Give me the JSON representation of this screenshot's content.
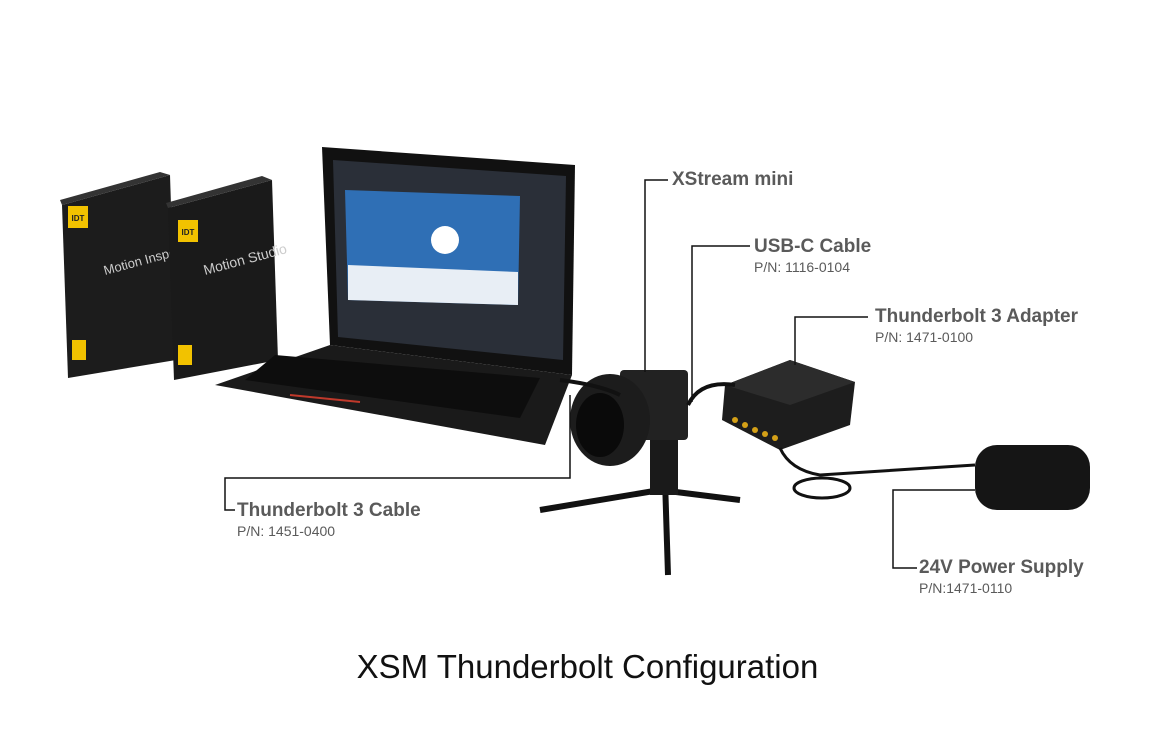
{
  "title": "XSM Thunderbolt Configuration",
  "components": [
    {
      "name": "XStream mini",
      "part_number": ""
    },
    {
      "name": "USB-C Cable",
      "part_number": "P/N: 1116-0104"
    },
    {
      "name": "Thunderbolt 3 Adapter",
      "part_number": "P/N: 1471-0100"
    },
    {
      "name": "Thunderbolt 3 Cable",
      "part_number": "P/N: 1451-0400"
    },
    {
      "name": "24V Power Supply",
      "part_number": "P/N:1471-0110"
    }
  ],
  "software_boxes": [
    {
      "name": "Motion Inspector",
      "brand": "IDT"
    },
    {
      "name": "Motion Studio",
      "brand": "IDT"
    }
  ],
  "colors": {
    "label_text": "#5a5a5a",
    "leader_line": "#111111",
    "brand_yellow": "#f2c200"
  }
}
